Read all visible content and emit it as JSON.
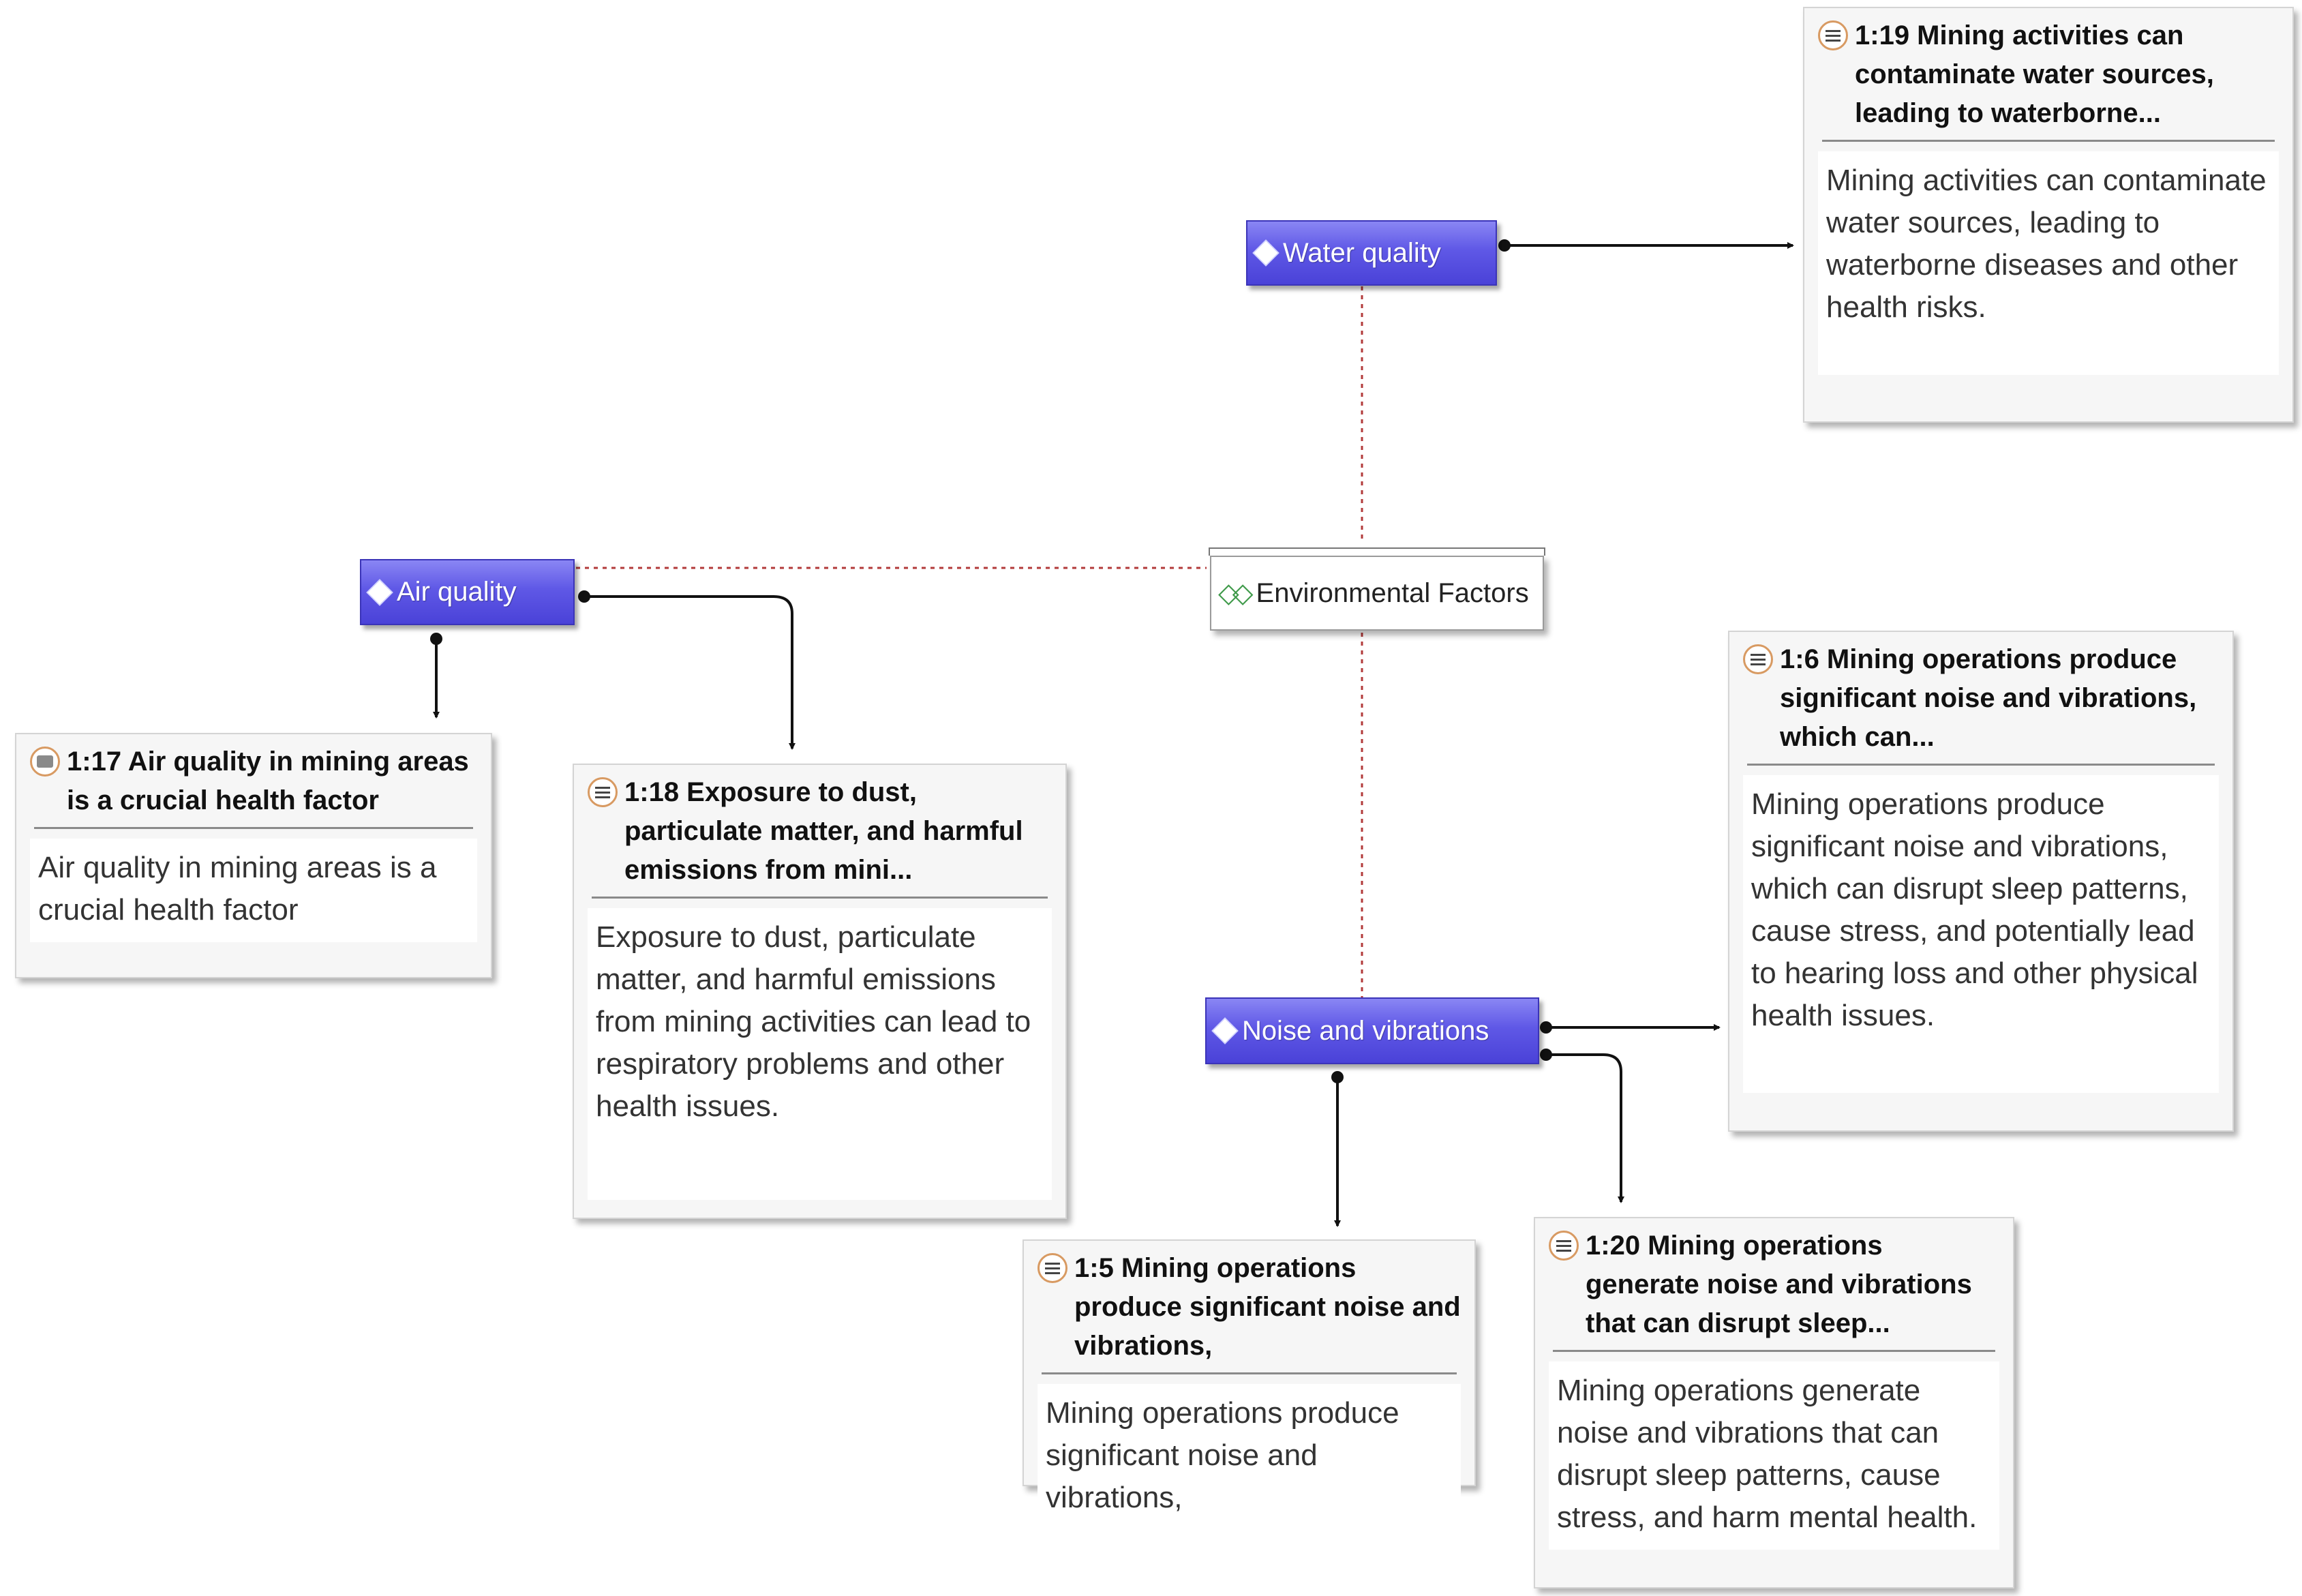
{
  "codes": {
    "water_quality": "Water quality",
    "air_quality": "Air quality",
    "noise_vibrations": "Noise and vibrations"
  },
  "group": {
    "environmental_factors": "Environmental Factors"
  },
  "quotations": {
    "q1_19": {
      "title": "1:19 Mining activities can contaminate water sources, leading to waterborne...",
      "body": "Mining activities can contaminate water sources, leading to waterborne diseases and other health risks."
    },
    "q1_17": {
      "title": "1:17 Air quality in mining areas is a crucial health factor",
      "body": "Air quality in mining areas is a crucial health factor"
    },
    "q1_18": {
      "title": "1:18 Exposure to dust, particulate matter, and harmful emissions from mini...",
      "body": "Exposure to dust, particulate matter, and harmful emissions from mining activities can lead to respiratory problems and other health issues."
    },
    "q1_6": {
      "title": "1:6 Mining operations produce significant noise and vibrations, which can...",
      "body": "Mining operations produce significant noise and vibrations, which can disrupt sleep patterns, cause stress, and potentially lead to hearing loss and other physical health issues."
    },
    "q1_5": {
      "title": "1:5 Mining operations produce significant noise and vibrations,",
      "body": "Mining operations produce significant noise and vibrations,"
    },
    "q1_20": {
      "title": "1:20 Mining operations generate noise and vibrations that can disrupt sleep...",
      "body": "Mining operations generate noise and vibrations that can disrupt sleep patterns, cause stress, and harm mental health."
    }
  },
  "colors": {
    "code_fill": "#5f58e6",
    "link_dotted": "#b23a3a",
    "link_solid": "#111111",
    "quote_icon": "#d89a62",
    "group_icon": "#3f9a4a"
  }
}
